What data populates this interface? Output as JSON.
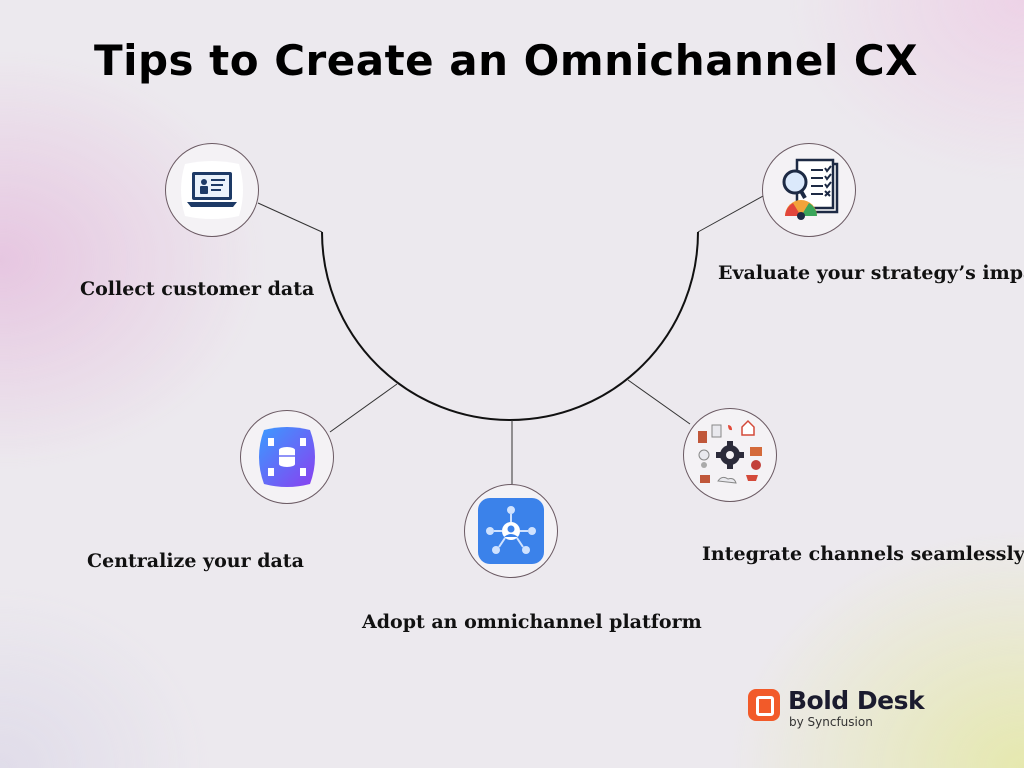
{
  "title": "Tips to Create an Omnichannel CX",
  "steps": [
    {
      "label": "Collect customer data",
      "icon": "presentation-laptop-icon"
    },
    {
      "label": "Evaluate your strategy’s impact",
      "icon": "checklist-magnifier-icon"
    },
    {
      "label": "Centralize your data",
      "icon": "database-hub-icon"
    },
    {
      "label": "Adopt an omnichannel platform",
      "icon": "support-network-icon"
    },
    {
      "label": "Integrate channels seamlessly",
      "icon": "channels-gear-icon"
    }
  ],
  "brand": {
    "name": "Bold Desk",
    "byline": "by Syncfusion",
    "accent": "#f25a29"
  }
}
